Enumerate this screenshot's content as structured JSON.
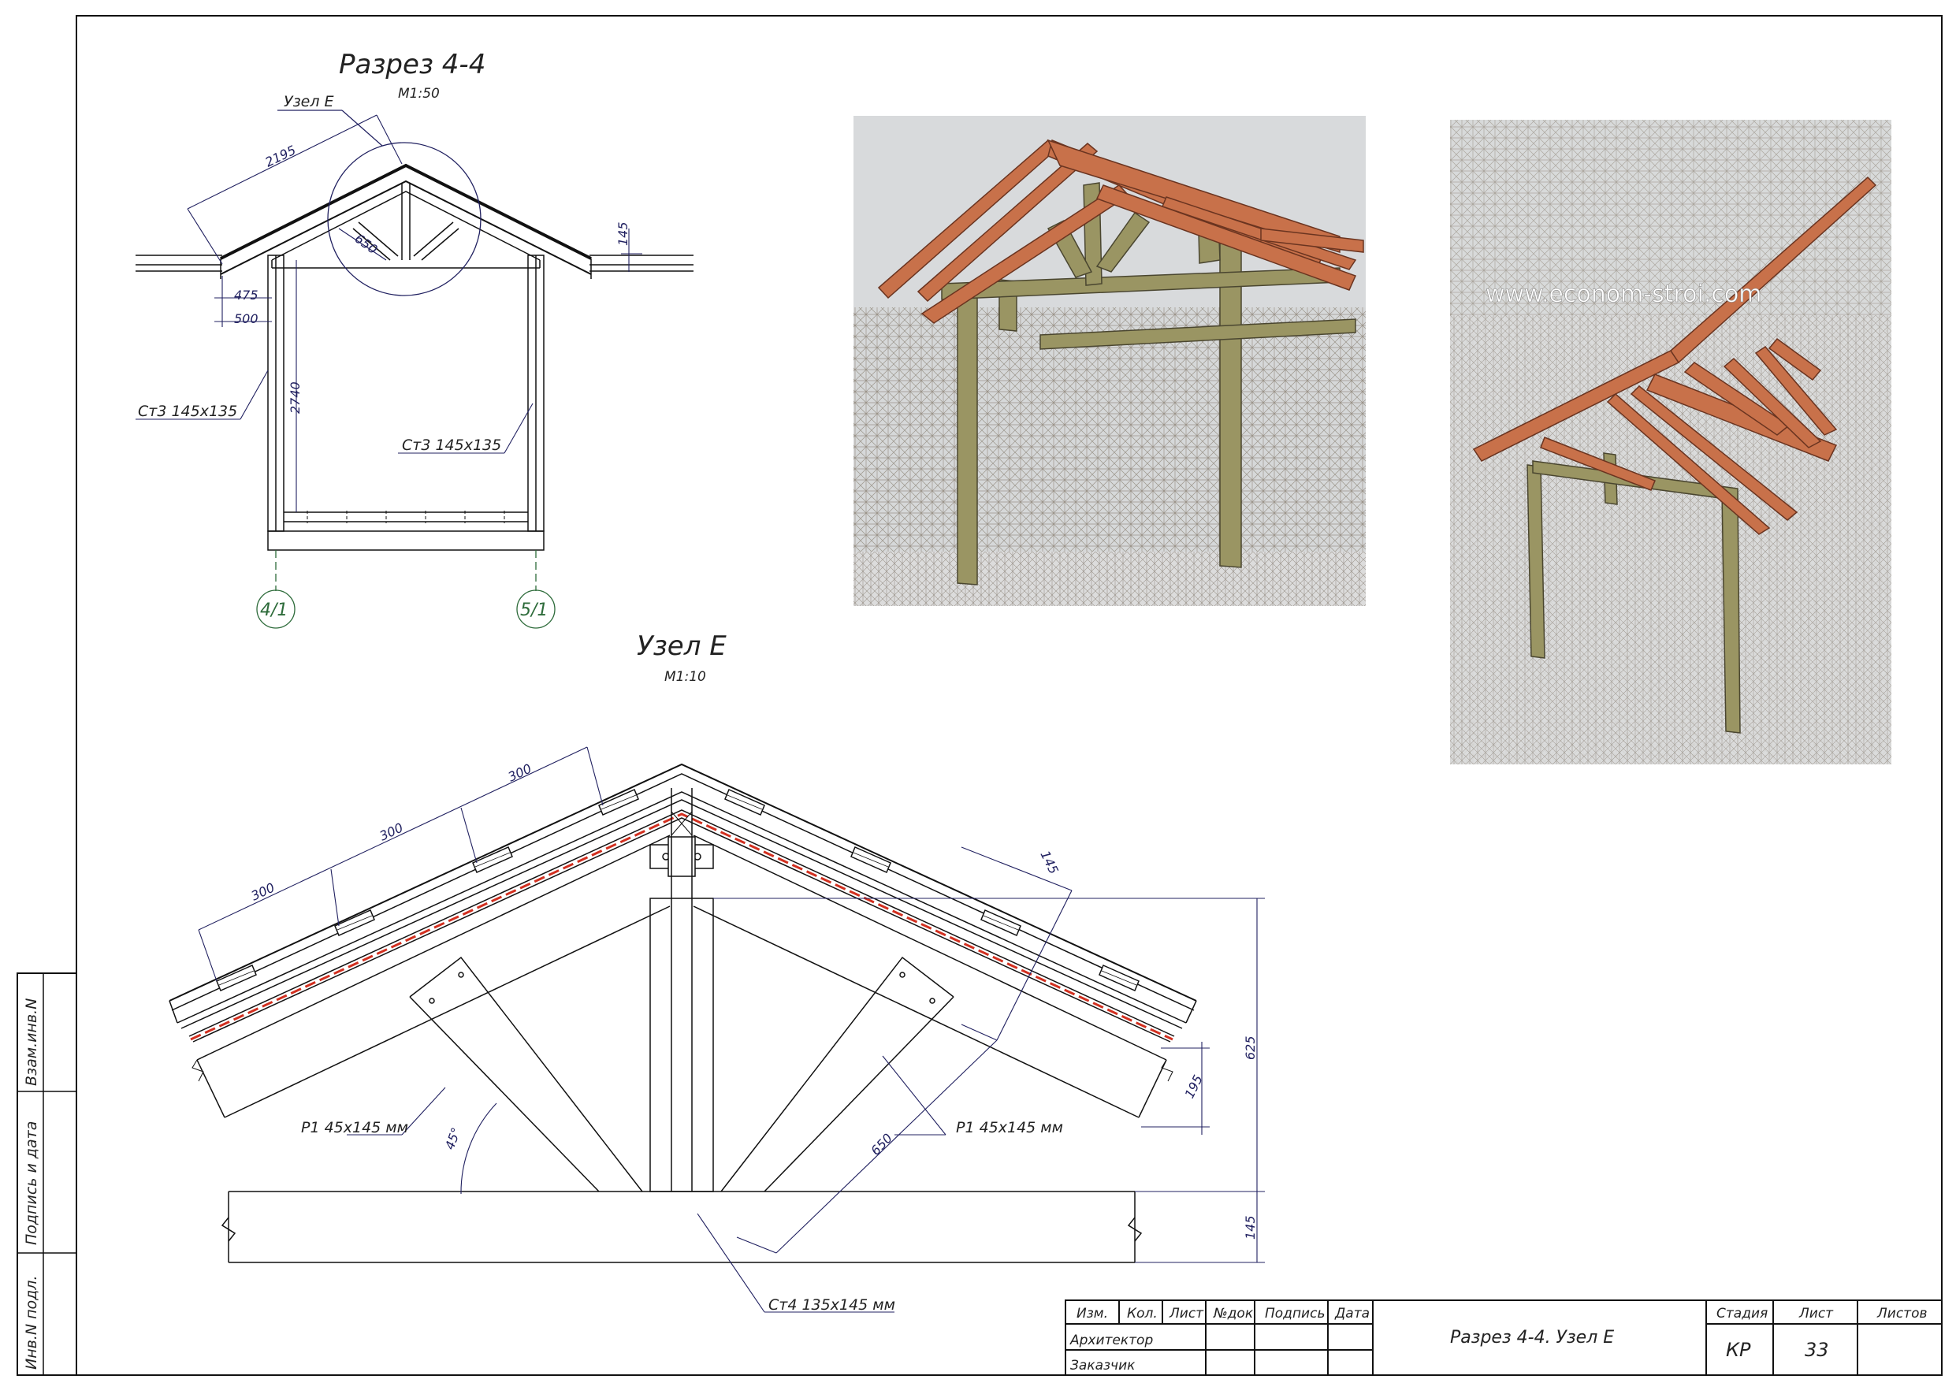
{
  "section_4_4": {
    "title": "Разрез 4-4",
    "scale": "М1:50",
    "node_ref": "Узел Е",
    "dims": {
      "rafter_len": "2195",
      "overhang_475": "475",
      "overhang_500": "500",
      "height": "2740",
      "strut": "650",
      "eave": "145"
    },
    "post_left": "Ст3 145х135",
    "post_right": "Ст3 145х135",
    "axis_left": "4/1",
    "axis_right": "5/1"
  },
  "node_e": {
    "title": "Узел Е",
    "scale": "М1:10",
    "spacing": [
      "300",
      "300",
      "300"
    ],
    "dims": {
      "d145_top": "145",
      "d195": "195",
      "d625": "625",
      "d145_side": "145",
      "d650": "650",
      "angle": "45°"
    },
    "rafter_left": "Р1 45х145 мм",
    "rafter_right": "Р1 45х145 мм",
    "post": "Ст4 135х145 мм"
  },
  "watermark": "www.econom-stroi.com",
  "side_stamp": {
    "c1": "Взам.инв.N",
    "c2": "Подпись и дата",
    "c3": "Инв.N подл."
  },
  "title_block": {
    "cols": [
      "Изм.",
      "Кол.",
      "Лист",
      "№док",
      "Подпись",
      "Дата"
    ],
    "rows": [
      "Архитектор",
      "Заказчик"
    ],
    "name": "Разрез 4-4. Узел Е",
    "stage_h": "Стадия",
    "sheet_h": "Лист",
    "sheets_h": "Листов",
    "stage": "КР",
    "sheet": "33"
  },
  "colors": {
    "rafter": "#c8714a",
    "post": "#9a9563",
    "dims": "#202060",
    "axis": "#2d6b3a",
    "membrane": "#d23020"
  }
}
